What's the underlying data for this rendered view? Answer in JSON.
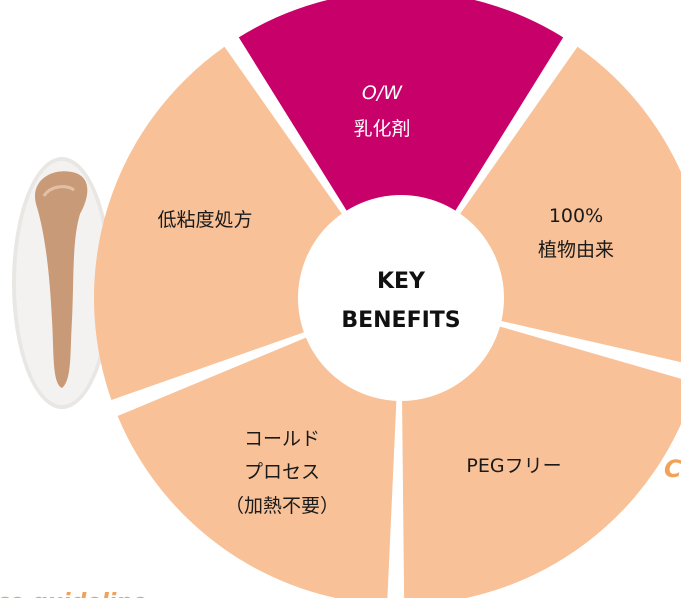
{
  "center": {
    "line1": "KEY",
    "line2": "BENEFITS"
  },
  "segments": [
    {
      "line1": "O/W",
      "line2": "乳化剤",
      "line3": ""
    },
    {
      "line1": "100%",
      "line2": "植物由来",
      "line3": ""
    },
    {
      "line1": "PEGフリー",
      "line2": "",
      "line3": ""
    },
    {
      "line1": "コールド",
      "line2": "プロセス",
      "line3": "（加熱不要）"
    },
    {
      "line1": "低粘度処方",
      "line2": "",
      "line3": ""
    }
  ],
  "partial_texts": {
    "bottom_left": "ce guideline",
    "right_edge": "C"
  },
  "colors": {
    "segment": "#f8c197",
    "highlight": "#c8006a",
    "hub": "#ffffff",
    "accent_text": "#f0a259",
    "swatch": "#c99a78"
  },
  "icons": {
    "product_swatch": "foundation-swatch-image"
  }
}
